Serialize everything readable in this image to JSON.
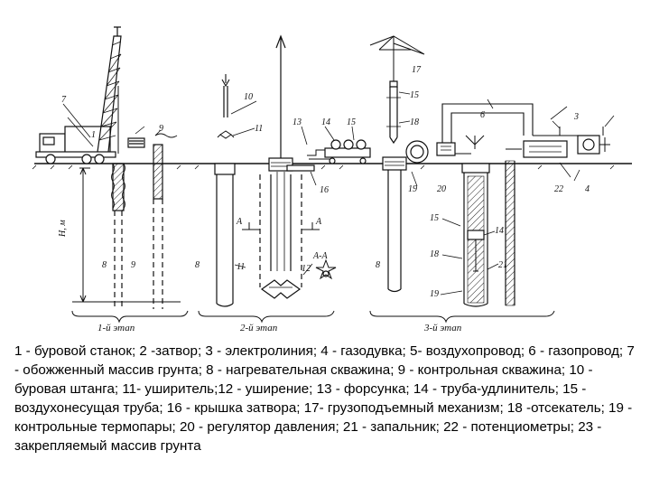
{
  "diagram": {
    "numbers": {
      "n1": "1",
      "n3": "3",
      "n4": "4",
      "n6": "6",
      "n7": "7",
      "n8a": "8",
      "n8b": "8",
      "n8c": "8",
      "n9": "9",
      "n10": "10",
      "n11a": "11",
      "n11b": "11",
      "n12": "12",
      "n13": "13",
      "n14a": "14",
      "n14b": "14",
      "n15a": "15",
      "n15b": "15",
      "n15c": "15",
      "n16": "16",
      "n17": "17",
      "n18a": "18",
      "n18b": "18",
      "n19a": "19",
      "n19b": "19",
      "n20": "20",
      "n21": "21",
      "n22": "22"
    },
    "section_a_left": "A",
    "section_a_right": "A",
    "section_aa": "A-A",
    "depth_label": "H, м",
    "stages": {
      "stage1": "1-й этап",
      "stage2": "2-й этап",
      "stage3": "3-й этап"
    }
  },
  "caption": "1 - буровой станок; 2 -затвор; 3 - электролиния; 4 - газодувка; 5- воздухопровод; 6 - газопровод; 7 - обожженный массив грунта; 8 - нагревательная скважина; 9 - контрольная скважина; 10 - буровая штанга; 11- уширитель;12 - уширение; 13 - форсунка; 14 - труба-удлинитель; 15 - воздухонесущая труба; 16 - крышка затвора; 17- грузоподъемный механизм; 18 -отсекатель; 19 - контрольные термопары; 20 - регулятор давления; 21 - запальник; 22 - потенциометры; 23 - закрепляемый массив грунта"
}
